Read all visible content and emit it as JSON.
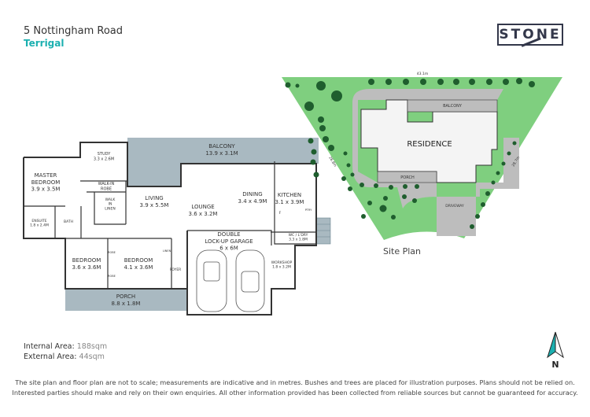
{
  "header": {
    "address": "5 Nottingham Road",
    "suburb": "Terrigal"
  },
  "logo": {
    "text": "STONE"
  },
  "colors": {
    "accent": "#1bb0b0",
    "balcony": "#a9b9c1",
    "lawn": "#7fcf7f",
    "tree": "#1f5e2e",
    "path": "#bdbdbd",
    "wall": "#333333",
    "logo": "#33374a"
  },
  "floor_plan": {
    "rooms": [
      {
        "name": "MASTER",
        "name2": "BEDROOM",
        "dims": "3.9 x 3.5M"
      },
      {
        "name": "STUDY",
        "dims": "3.3 x 2.6M"
      },
      {
        "name": "WALK-IN",
        "name2": "ROBE"
      },
      {
        "name": "WALK",
        "name2": "IN",
        "name3": "LINEN"
      },
      {
        "name": "LIVING",
        "dims": "3.9 x 5.5M"
      },
      {
        "name": "LOUNGE",
        "dims": "3.6 x 3.2M"
      },
      {
        "name": "BALCONY",
        "dims": "13.9 x 3.1M"
      },
      {
        "name": "DINING",
        "dims": "3.4 x 4.9M"
      },
      {
        "name": "KITCHEN",
        "dims": "3.1 x 3.9M"
      },
      {
        "name": "ENSUITE",
        "dims": "1.8 x 2.4M"
      },
      {
        "name": "BATH"
      },
      {
        "name": "BEDROOM",
        "dims": "3.6 x 3.6M"
      },
      {
        "name": "BEDROOM",
        "dims": "4.1 x 3.6M"
      },
      {
        "name": "ROBE"
      },
      {
        "name": "ROBE"
      },
      {
        "name": "LINEN"
      },
      {
        "name": "FOYER"
      },
      {
        "name": "PORCH",
        "dims": "8.8 x 1.8M"
      },
      {
        "name": "DOUBLE",
        "name2": "LOCK-UP GARAGE",
        "dims": "6 x 6M"
      },
      {
        "name": "WC / L'DRY",
        "dims": "3.3 x 1.8M"
      },
      {
        "name": "WORKSHOP",
        "dims": "1.8 x 3.2M"
      },
      {
        "name": "F"
      },
      {
        "name": "PTRY"
      }
    ]
  },
  "site_plan": {
    "title": "Site Plan",
    "labels": {
      "residence": "RESIDENCE",
      "balcony": "BALCONY",
      "porch": "PORCH",
      "driveway": "DRIVEWAY"
    },
    "dimensions": {
      "top": "43.1m",
      "left": "28.8m",
      "right": "28.7m"
    }
  },
  "areas": {
    "internal_label": "Internal Area:",
    "internal_value": "188sqm",
    "external_label": "External Area:",
    "external_value": "44sqm"
  },
  "north": {
    "label": "N",
    "icon": "north-arrow-icon"
  },
  "disclaimer": "The site plan and floor plan are not to scale; measurements are indicative and in metres. Bushes and trees are placed for illustration purposes. Plans should not be relied on. Interested parties should make and rely on their own enquiries. All other information provided has been collected from reliable sources but cannot be guaranteed for accuracy."
}
